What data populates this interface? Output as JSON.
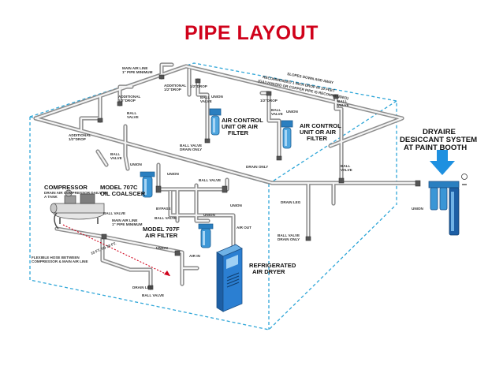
{
  "title": "PIPE LAYOUT",
  "colors": {
    "title": "#d0021b",
    "pipe": "#8d8d8d",
    "boundary": "#2fa6d8",
    "equipment": "#2a7fc0",
    "arrow": "#1e90e0"
  },
  "labels": {
    "main_air_line": "MAIN AIR LINE",
    "main_air_line_sub": "1\" PIPE MINIMUM",
    "slopes": "SLOPES DOWN AND AWAY",
    "recommended_1": "RECOMMENDED 1 INCH DROP IN 10 FEET",
    "recommended_2": "(GALVANIZED OR COPPER PIPE IS RECOMMENDED)",
    "drop_top": "1/2\"DROP",
    "additional_drop_1": "ADDITIONAL",
    "additional_drop_1b": "1/2\"DROP",
    "additional_drop_2": "ADDITIONAL",
    "additional_drop_2b": "1/2\"DROP",
    "additional_drop_3": "ADDITIONAL",
    "additional_drop_3b": "1/2\"DROP",
    "drop_right": "1/2\"DROP",
    "ball_valve": "BALL VALVE",
    "ball_valve_short_1": "BALL",
    "ball_valve_short_2": "VALVE",
    "union": "UNION",
    "ball_valve_drain": "BALL VALVE",
    "drain_only": "DRAIN ONLY",
    "drain_only_right": "DRAIN ONLY",
    "air_control_left_1": "AIR CONTROL",
    "air_control_left_2": "UNIT OR AIR",
    "air_control_left_3": "FILTER",
    "air_control_right_1": "AIR CONTROL",
    "air_control_right_2": "UNIT OR AIR",
    "air_control_right_3": "FILTER",
    "compressor": "COMPRESSOR",
    "compressor_sub_1": "DRAIN AIR COMPRESSOR DAILY. IN",
    "compressor_sub_2": "A TANK",
    "model_707c_1": "MODEL 707C",
    "model_707c_2": "OIL COALSCER",
    "main_air_line_2": "MAIN AIR LINE",
    "main_air_line_2_sub": "1\" PIPE MINIMUM",
    "bypass": "BYPASS",
    "model_707f_1": "MODEL 707F",
    "model_707f_2": "AIR FILTER",
    "air_out": "AIR OUT",
    "air_in": "AIR IN",
    "refrigerated_1": "REFRIGERATED",
    "refrigerated_2": "AIR DRYER",
    "flexible_hose_1": "FLEXIBLE HOSE BETWEEN",
    "flexible_hose_2": "COMPRESSOR & MAIN AIR LINE",
    "distance": "15 FT. TO 30 FT.",
    "drain_leg": "DRAIN LEG",
    "drain_leg_bottom": "DRAIN LEG",
    "ball_valve_bottom": "BALL VALVE",
    "dryaire_1": "DRYAIRE",
    "dryaire_2": "DESICCANT SYSTEM",
    "dryaire_3": "AT PAINT BOOTH"
  }
}
